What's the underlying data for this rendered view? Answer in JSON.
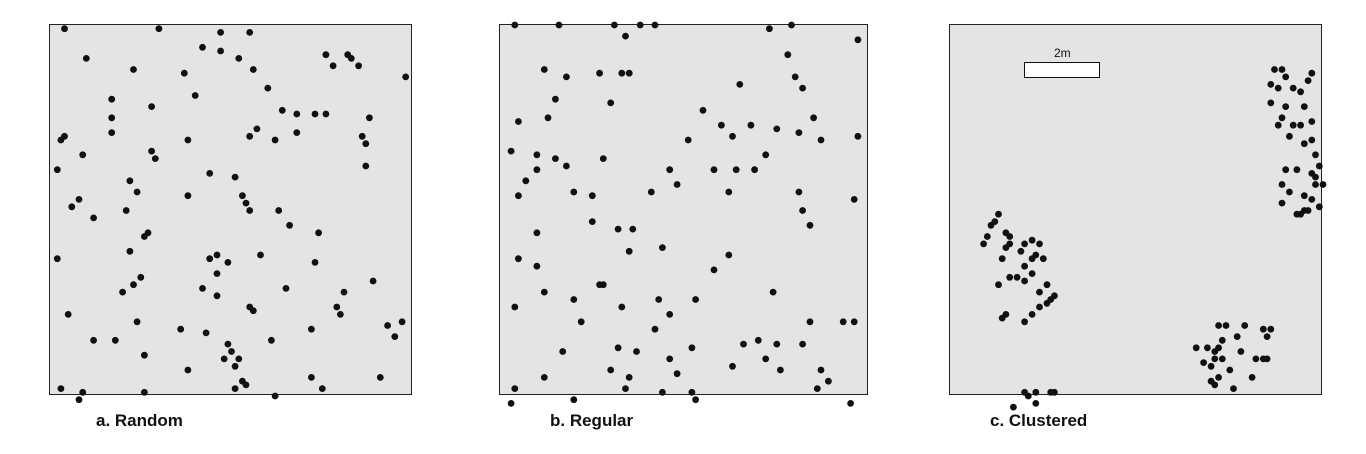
{
  "panels": [
    {
      "caption": "a. Random",
      "points": [
        [
          0.04,
          0.01
        ],
        [
          0.3,
          0.01
        ],
        [
          0.42,
          0.06
        ],
        [
          0.47,
          0.07
        ],
        [
          0.52,
          0.09
        ],
        [
          0.47,
          0.02
        ],
        [
          0.55,
          0.02
        ],
        [
          0.1,
          0.09
        ],
        [
          0.23,
          0.12
        ],
        [
          0.37,
          0.13
        ],
        [
          0.56,
          0.12
        ],
        [
          0.6,
          0.17
        ],
        [
          0.76,
          0.08
        ],
        [
          0.82,
          0.08
        ],
        [
          0.78,
          0.11
        ],
        [
          0.85,
          0.11
        ],
        [
          0.83,
          0.09
        ],
        [
          0.98,
          0.14
        ],
        [
          0.17,
          0.2
        ],
        [
          0.17,
          0.25
        ],
        [
          0.28,
          0.22
        ],
        [
          0.4,
          0.19
        ],
        [
          0.64,
          0.23
        ],
        [
          0.68,
          0.24
        ],
        [
          0.68,
          0.29
        ],
        [
          0.73,
          0.24
        ],
        [
          0.76,
          0.24
        ],
        [
          0.17,
          0.29
        ],
        [
          0.88,
          0.25
        ],
        [
          0.04,
          0.3
        ],
        [
          0.03,
          0.31
        ],
        [
          0.38,
          0.31
        ],
        [
          0.55,
          0.3
        ],
        [
          0.57,
          0.28
        ],
        [
          0.62,
          0.31
        ],
        [
          0.86,
          0.3
        ],
        [
          0.87,
          0.32
        ],
        [
          0.28,
          0.34
        ],
        [
          0.29,
          0.36
        ],
        [
          0.09,
          0.35
        ],
        [
          0.02,
          0.39
        ],
        [
          0.87,
          0.38
        ],
        [
          0.44,
          0.4
        ],
        [
          0.51,
          0.41
        ],
        [
          0.22,
          0.42
        ],
        [
          0.24,
          0.45
        ],
        [
          0.38,
          0.46
        ],
        [
          0.08,
          0.47
        ],
        [
          0.06,
          0.49
        ],
        [
          0.12,
          0.52
        ],
        [
          0.21,
          0.5
        ],
        [
          0.53,
          0.46
        ],
        [
          0.54,
          0.48
        ],
        [
          0.55,
          0.5
        ],
        [
          0.63,
          0.5
        ],
        [
          0.66,
          0.54
        ],
        [
          0.27,
          0.56
        ],
        [
          0.26,
          0.57
        ],
        [
          0.74,
          0.56
        ],
        [
          0.22,
          0.61
        ],
        [
          0.02,
          0.63
        ],
        [
          0.44,
          0.63
        ],
        [
          0.46,
          0.62
        ],
        [
          0.49,
          0.64
        ],
        [
          0.58,
          0.62
        ],
        [
          0.73,
          0.64
        ],
        [
          0.46,
          0.67
        ],
        [
          0.89,
          0.69
        ],
        [
          0.25,
          0.68
        ],
        [
          0.23,
          0.7
        ],
        [
          0.2,
          0.72
        ],
        [
          0.42,
          0.71
        ],
        [
          0.65,
          0.71
        ],
        [
          0.81,
          0.72
        ],
        [
          0.46,
          0.73
        ],
        [
          0.79,
          0.76
        ],
        [
          0.8,
          0.78
        ],
        [
          0.55,
          0.76
        ],
        [
          0.56,
          0.77
        ],
        [
          0.05,
          0.78
        ],
        [
          0.24,
          0.8
        ],
        [
          0.72,
          0.82
        ],
        [
          0.93,
          0.81
        ],
        [
          0.97,
          0.8
        ],
        [
          0.36,
          0.82
        ],
        [
          0.43,
          0.83
        ],
        [
          0.95,
          0.84
        ],
        [
          0.12,
          0.85
        ],
        [
          0.18,
          0.85
        ],
        [
          0.26,
          0.89
        ],
        [
          0.49,
          0.86
        ],
        [
          0.5,
          0.88
        ],
        [
          0.61,
          0.85
        ],
        [
          0.48,
          0.9
        ],
        [
          0.52,
          0.9
        ],
        [
          0.51,
          0.92
        ],
        [
          0.38,
          0.93
        ],
        [
          0.53,
          0.96
        ],
        [
          0.51,
          0.98
        ],
        [
          0.54,
          0.97
        ],
        [
          0.72,
          0.95
        ],
        [
          0.75,
          0.98
        ],
        [
          0.91,
          0.95
        ],
        [
          0.03,
          0.98
        ],
        [
          0.26,
          0.99
        ],
        [
          0.09,
          0.99
        ],
        [
          0.08,
          1.01
        ],
        [
          0.62,
          1.0
        ]
      ]
    },
    {
      "caption": "b. Regular",
      "points": [
        [
          0.04,
          0.0
        ],
        [
          0.16,
          0.0
        ],
        [
          0.31,
          0.0
        ],
        [
          0.38,
          0.0
        ],
        [
          0.42,
          0.0
        ],
        [
          0.73,
          0.01
        ],
        [
          0.79,
          0.0
        ],
        [
          0.34,
          0.03
        ],
        [
          0.78,
          0.08
        ],
        [
          0.97,
          0.04
        ],
        [
          0.12,
          0.12
        ],
        [
          0.18,
          0.14
        ],
        [
          0.27,
          0.13
        ],
        [
          0.33,
          0.13
        ],
        [
          0.35,
          0.13
        ],
        [
          0.8,
          0.14
        ],
        [
          0.65,
          0.16
        ],
        [
          0.82,
          0.17
        ],
        [
          0.15,
          0.2
        ],
        [
          0.3,
          0.21
        ],
        [
          0.13,
          0.25
        ],
        [
          0.05,
          0.26
        ],
        [
          0.55,
          0.23
        ],
        [
          0.6,
          0.27
        ],
        [
          0.63,
          0.3
        ],
        [
          0.68,
          0.27
        ],
        [
          0.75,
          0.28
        ],
        [
          0.85,
          0.25
        ],
        [
          0.81,
          0.29
        ],
        [
          0.51,
          0.31
        ],
        [
          0.87,
          0.31
        ],
        [
          0.97,
          0.3
        ],
        [
          0.03,
          0.34
        ],
        [
          0.1,
          0.35
        ],
        [
          0.15,
          0.36
        ],
        [
          0.28,
          0.36
        ],
        [
          0.72,
          0.35
        ],
        [
          0.1,
          0.39
        ],
        [
          0.07,
          0.42
        ],
        [
          0.18,
          0.38
        ],
        [
          0.46,
          0.39
        ],
        [
          0.58,
          0.39
        ],
        [
          0.64,
          0.39
        ],
        [
          0.69,
          0.39
        ],
        [
          0.48,
          0.43
        ],
        [
          0.05,
          0.46
        ],
        [
          0.2,
          0.45
        ],
        [
          0.25,
          0.46
        ],
        [
          0.41,
          0.45
        ],
        [
          0.62,
          0.45
        ],
        [
          0.81,
          0.45
        ],
        [
          0.82,
          0.5
        ],
        [
          0.96,
          0.47
        ],
        [
          0.25,
          0.53
        ],
        [
          0.32,
          0.55
        ],
        [
          0.36,
          0.55
        ],
        [
          0.1,
          0.56
        ],
        [
          0.84,
          0.54
        ],
        [
          0.62,
          0.62
        ],
        [
          0.05,
          0.63
        ],
        [
          0.35,
          0.61
        ],
        [
          0.44,
          0.6
        ],
        [
          0.1,
          0.65
        ],
        [
          0.58,
          0.66
        ],
        [
          0.27,
          0.7
        ],
        [
          0.28,
          0.7
        ],
        [
          0.12,
          0.72
        ],
        [
          0.74,
          0.72
        ],
        [
          0.2,
          0.74
        ],
        [
          0.53,
          0.74
        ],
        [
          0.43,
          0.74
        ],
        [
          0.04,
          0.76
        ],
        [
          0.33,
          0.76
        ],
        [
          0.22,
          0.8
        ],
        [
          0.46,
          0.78
        ],
        [
          0.93,
          0.8
        ],
        [
          0.84,
          0.8
        ],
        [
          0.96,
          0.8
        ],
        [
          0.42,
          0.82
        ],
        [
          0.66,
          0.86
        ],
        [
          0.7,
          0.85
        ],
        [
          0.75,
          0.86
        ],
        [
          0.82,
          0.86
        ],
        [
          0.17,
          0.88
        ],
        [
          0.32,
          0.87
        ],
        [
          0.37,
          0.88
        ],
        [
          0.52,
          0.87
        ],
        [
          0.46,
          0.9
        ],
        [
          0.72,
          0.9
        ],
        [
          0.12,
          0.95
        ],
        [
          0.3,
          0.93
        ],
        [
          0.35,
          0.95
        ],
        [
          0.48,
          0.94
        ],
        [
          0.63,
          0.92
        ],
        [
          0.76,
          0.93
        ],
        [
          0.87,
          0.93
        ],
        [
          0.89,
          0.96
        ],
        [
          0.04,
          0.98
        ],
        [
          0.34,
          0.98
        ],
        [
          0.2,
          1.01
        ],
        [
          0.44,
          0.99
        ],
        [
          0.52,
          0.99
        ],
        [
          0.86,
          0.98
        ],
        [
          0.03,
          1.02
        ],
        [
          0.53,
          1.01
        ],
        [
          0.95,
          1.02
        ]
      ]
    },
    {
      "caption": "c. Clustered",
      "scalebar_label": "2m",
      "points": [
        [
          0.87,
          0.12
        ],
        [
          0.89,
          0.12
        ],
        [
          0.9,
          0.14
        ],
        [
          0.92,
          0.17
        ],
        [
          0.86,
          0.16
        ],
        [
          0.88,
          0.17
        ],
        [
          0.97,
          0.13
        ],
        [
          0.96,
          0.15
        ],
        [
          0.94,
          0.18
        ],
        [
          0.86,
          0.21
        ],
        [
          0.9,
          0.22
        ],
        [
          0.95,
          0.22
        ],
        [
          0.92,
          0.27
        ],
        [
          0.89,
          0.25
        ],
        [
          0.88,
          0.27
        ],
        [
          0.94,
          0.27
        ],
        [
          0.97,
          0.26
        ],
        [
          0.91,
          0.3
        ],
        [
          0.97,
          0.31
        ],
        [
          0.95,
          0.32
        ],
        [
          0.98,
          0.35
        ],
        [
          0.99,
          0.38
        ],
        [
          0.9,
          0.39
        ],
        [
          0.93,
          0.39
        ],
        [
          0.97,
          0.4
        ],
        [
          0.98,
          0.41
        ],
        [
          0.98,
          0.43
        ],
        [
          0.89,
          0.43
        ],
        [
          1.0,
          0.43
        ],
        [
          0.95,
          0.46
        ],
        [
          0.91,
          0.45
        ],
        [
          0.89,
          0.48
        ],
        [
          0.97,
          0.47
        ],
        [
          0.99,
          0.49
        ],
        [
          0.95,
          0.5
        ],
        [
          0.94,
          0.51
        ],
        [
          0.93,
          0.51
        ],
        [
          0.96,
          0.5
        ],
        [
          0.13,
          0.51
        ],
        [
          0.12,
          0.53
        ],
        [
          0.11,
          0.54
        ],
        [
          0.1,
          0.57
        ],
        [
          0.15,
          0.56
        ],
        [
          0.16,
          0.57
        ],
        [
          0.09,
          0.59
        ],
        [
          0.16,
          0.59
        ],
        [
          0.15,
          0.6
        ],
        [
          0.2,
          0.59
        ],
        [
          0.22,
          0.58
        ],
        [
          0.24,
          0.59
        ],
        [
          0.23,
          0.62
        ],
        [
          0.19,
          0.61
        ],
        [
          0.14,
          0.63
        ],
        [
          0.22,
          0.63
        ],
        [
          0.25,
          0.63
        ],
        [
          0.2,
          0.65
        ],
        [
          0.16,
          0.68
        ],
        [
          0.18,
          0.68
        ],
        [
          0.22,
          0.67
        ],
        [
          0.2,
          0.69
        ],
        [
          0.13,
          0.7
        ],
        [
          0.26,
          0.7
        ],
        [
          0.24,
          0.72
        ],
        [
          0.28,
          0.73
        ],
        [
          0.27,
          0.74
        ],
        [
          0.26,
          0.75
        ],
        [
          0.24,
          0.76
        ],
        [
          0.22,
          0.78
        ],
        [
          0.14,
          0.79
        ],
        [
          0.15,
          0.78
        ],
        [
          0.2,
          0.8
        ],
        [
          0.72,
          0.81
        ],
        [
          0.74,
          0.81
        ],
        [
          0.79,
          0.81
        ],
        [
          0.84,
          0.82
        ],
        [
          0.86,
          0.82
        ],
        [
          0.85,
          0.84
        ],
        [
          0.73,
          0.85
        ],
        [
          0.77,
          0.84
        ],
        [
          0.66,
          0.87
        ],
        [
          0.69,
          0.87
        ],
        [
          0.71,
          0.88
        ],
        [
          0.72,
          0.87
        ],
        [
          0.78,
          0.88
        ],
        [
          0.82,
          0.9
        ],
        [
          0.84,
          0.9
        ],
        [
          0.85,
          0.9
        ],
        [
          0.71,
          0.9
        ],
        [
          0.73,
          0.9
        ],
        [
          0.68,
          0.91
        ],
        [
          0.7,
          0.92
        ],
        [
          0.75,
          0.93
        ],
        [
          0.81,
          0.95
        ],
        [
          0.72,
          0.95
        ],
        [
          0.7,
          0.96
        ],
        [
          0.71,
          0.97
        ],
        [
          0.76,
          0.98
        ],
        [
          0.2,
          0.99
        ],
        [
          0.23,
          0.99
        ],
        [
          0.27,
          0.99
        ],
        [
          0.28,
          0.99
        ],
        [
          0.21,
          1.0
        ],
        [
          0.23,
          1.02
        ],
        [
          0.17,
          1.03
        ]
      ]
    }
  ]
}
